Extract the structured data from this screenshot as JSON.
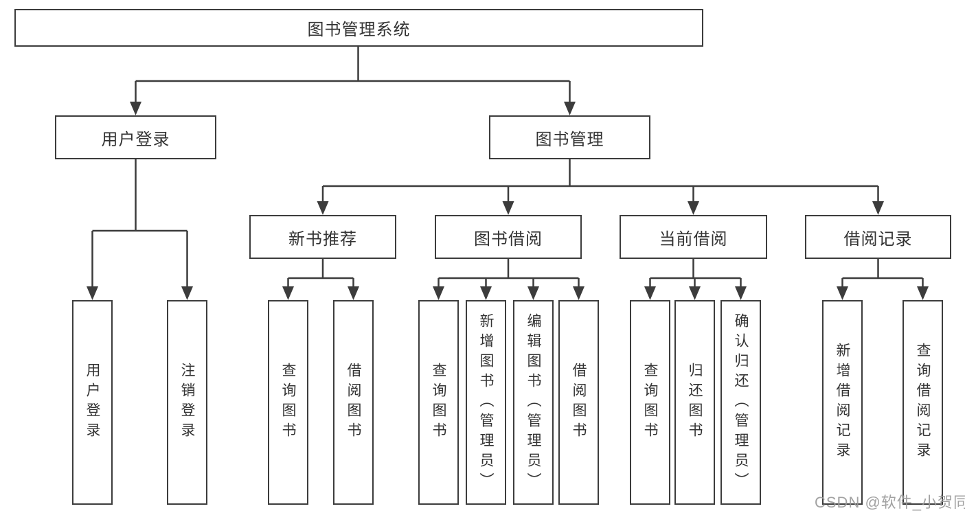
{
  "diagram": {
    "title": "图书管理系统",
    "branches": {
      "user_login": {
        "label": "用户登录"
      },
      "book_mgmt": {
        "label": "图书管理"
      }
    },
    "modules": {
      "new_books": {
        "label": "新书推荐"
      },
      "book_borrow": {
        "label": "图书借阅"
      },
      "current_borrow": {
        "label": "当前借阅"
      },
      "borrow_records": {
        "label": "借阅记录"
      }
    },
    "leaves": {
      "login": {
        "label": "用户登录"
      },
      "logout": {
        "label": "注销登录"
      },
      "nb_query": {
        "label": "查询图书"
      },
      "nb_borrow": {
        "label": "借阅图书"
      },
      "bb_query": {
        "label": "查询图书"
      },
      "bb_add": {
        "label": "新增图书（管理员）"
      },
      "bb_edit": {
        "label": "编辑图书（管理员）"
      },
      "bb_borrow": {
        "label": "借阅图书"
      },
      "cb_query": {
        "label": "查询图书"
      },
      "cb_return": {
        "label": "归还图书"
      },
      "cb_confirm": {
        "label": "确认归还（管理员）"
      },
      "br_add": {
        "label": "新增借阅记录"
      },
      "br_query": {
        "label": "查询借阅记录"
      }
    }
  },
  "watermark": {
    "text": "CSDN @软件_小贺同学"
  },
  "colors": {
    "line": "#3c3c3c",
    "box_border": "#3c3c3c",
    "text": "#333333",
    "background": "#ffffff",
    "watermark": "#989898"
  }
}
